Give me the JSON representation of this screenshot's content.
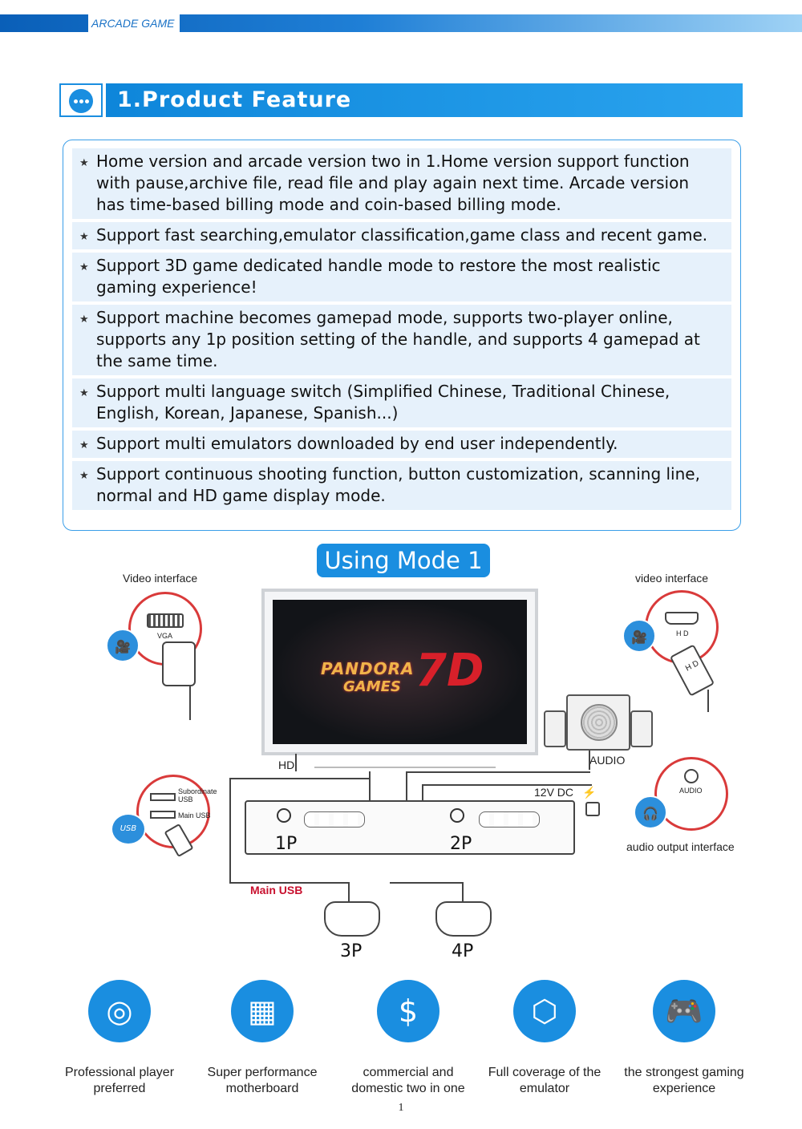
{
  "header": {
    "tag": "ARCADE GAME"
  },
  "section": {
    "title": "1.Product Feature"
  },
  "features": [
    "Home version and arcade version two in 1.Home version support function with pause,archive file, read file and play again next time. Arcade version has time-based billing mode and coin-based billing mode.",
    "Support fast searching,emulator classification,game class and recent game.",
    "Support 3D game dedicated handle mode to restore the most realistic gaming experience!",
    "Support machine becomes gamepad mode, supports two-player online, supports any 1p position setting of the handle, and supports 4 gamepad at the same time.",
    "Support multi language switch (Simplified Chinese, Traditional Chinese, English, Korean, Japanese, Spanish...)",
    "Support multi emulators downloaded by end user independently.",
    "Support continuous shooting function, button customization, scanning line, normal and HD game display mode."
  ],
  "diagram": {
    "mode_title": "Using Mode 1",
    "video_interface_left": "Video interface",
    "video_interface_right": "video interface",
    "vga": "VGA",
    "hd_port": "H D",
    "hd_cable": "H D",
    "hd": "HD",
    "audio": "AUDIO",
    "audio_jack": "AUDIO",
    "dc": "12V DC",
    "subordinate_usb": "Subordinate USB",
    "main_usb_port": "Main USB",
    "usb": "USB",
    "audio_output": "audio output interface",
    "main_usb": "Main USB",
    "p1": "1P",
    "p2": "2P",
    "p3": "3P",
    "p4": "4P",
    "brand_line1": "PANDORA",
    "brand_line2": "GAMES",
    "brand_mark": "7D"
  },
  "bottom_features": [
    {
      "line1": "Professional player",
      "line2": "preferred",
      "icon": "team-target-icon"
    },
    {
      "line1": "Super performance",
      "line2": "motherboard",
      "icon": "chip-icon"
    },
    {
      "line1": "commercial and",
      "line2": "domestic two in one",
      "icon": "dollar-icon"
    },
    {
      "line1": "Full coverage of the",
      "line2": "emulator",
      "icon": "cube-icon"
    },
    {
      "line1": "the strongest gaming",
      "line2": "experience",
      "icon": "gamepad-icon"
    }
  ],
  "page_number": "1",
  "colors": {
    "accent": "#1a8ee0",
    "feature_bg": "#e6f1fb",
    "ring_red": "#d93a3a",
    "main_usb_red": "#c8102e"
  }
}
